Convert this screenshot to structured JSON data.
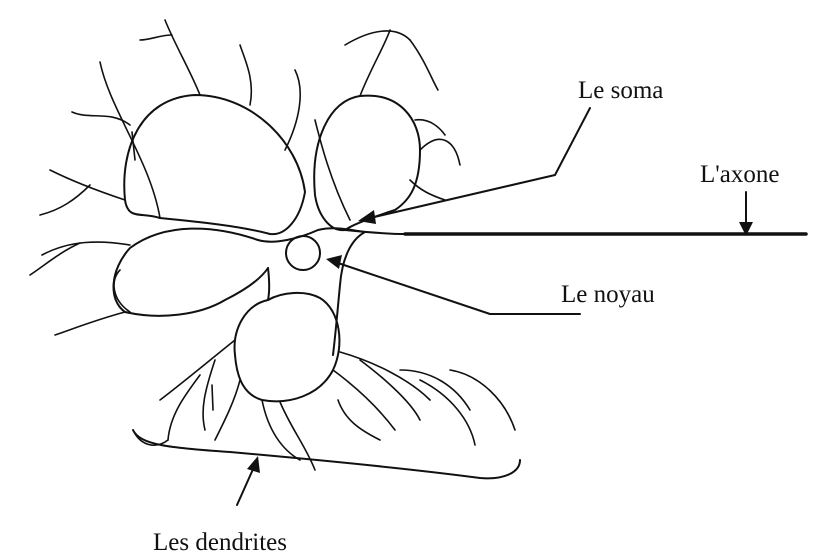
{
  "labels": {
    "soma": "Le soma",
    "axon": "L'axone",
    "nucleus": "Le noyau",
    "dendrites": "Les dendrites"
  },
  "colors": {
    "ink": "#111111",
    "background": "#ffffff"
  }
}
